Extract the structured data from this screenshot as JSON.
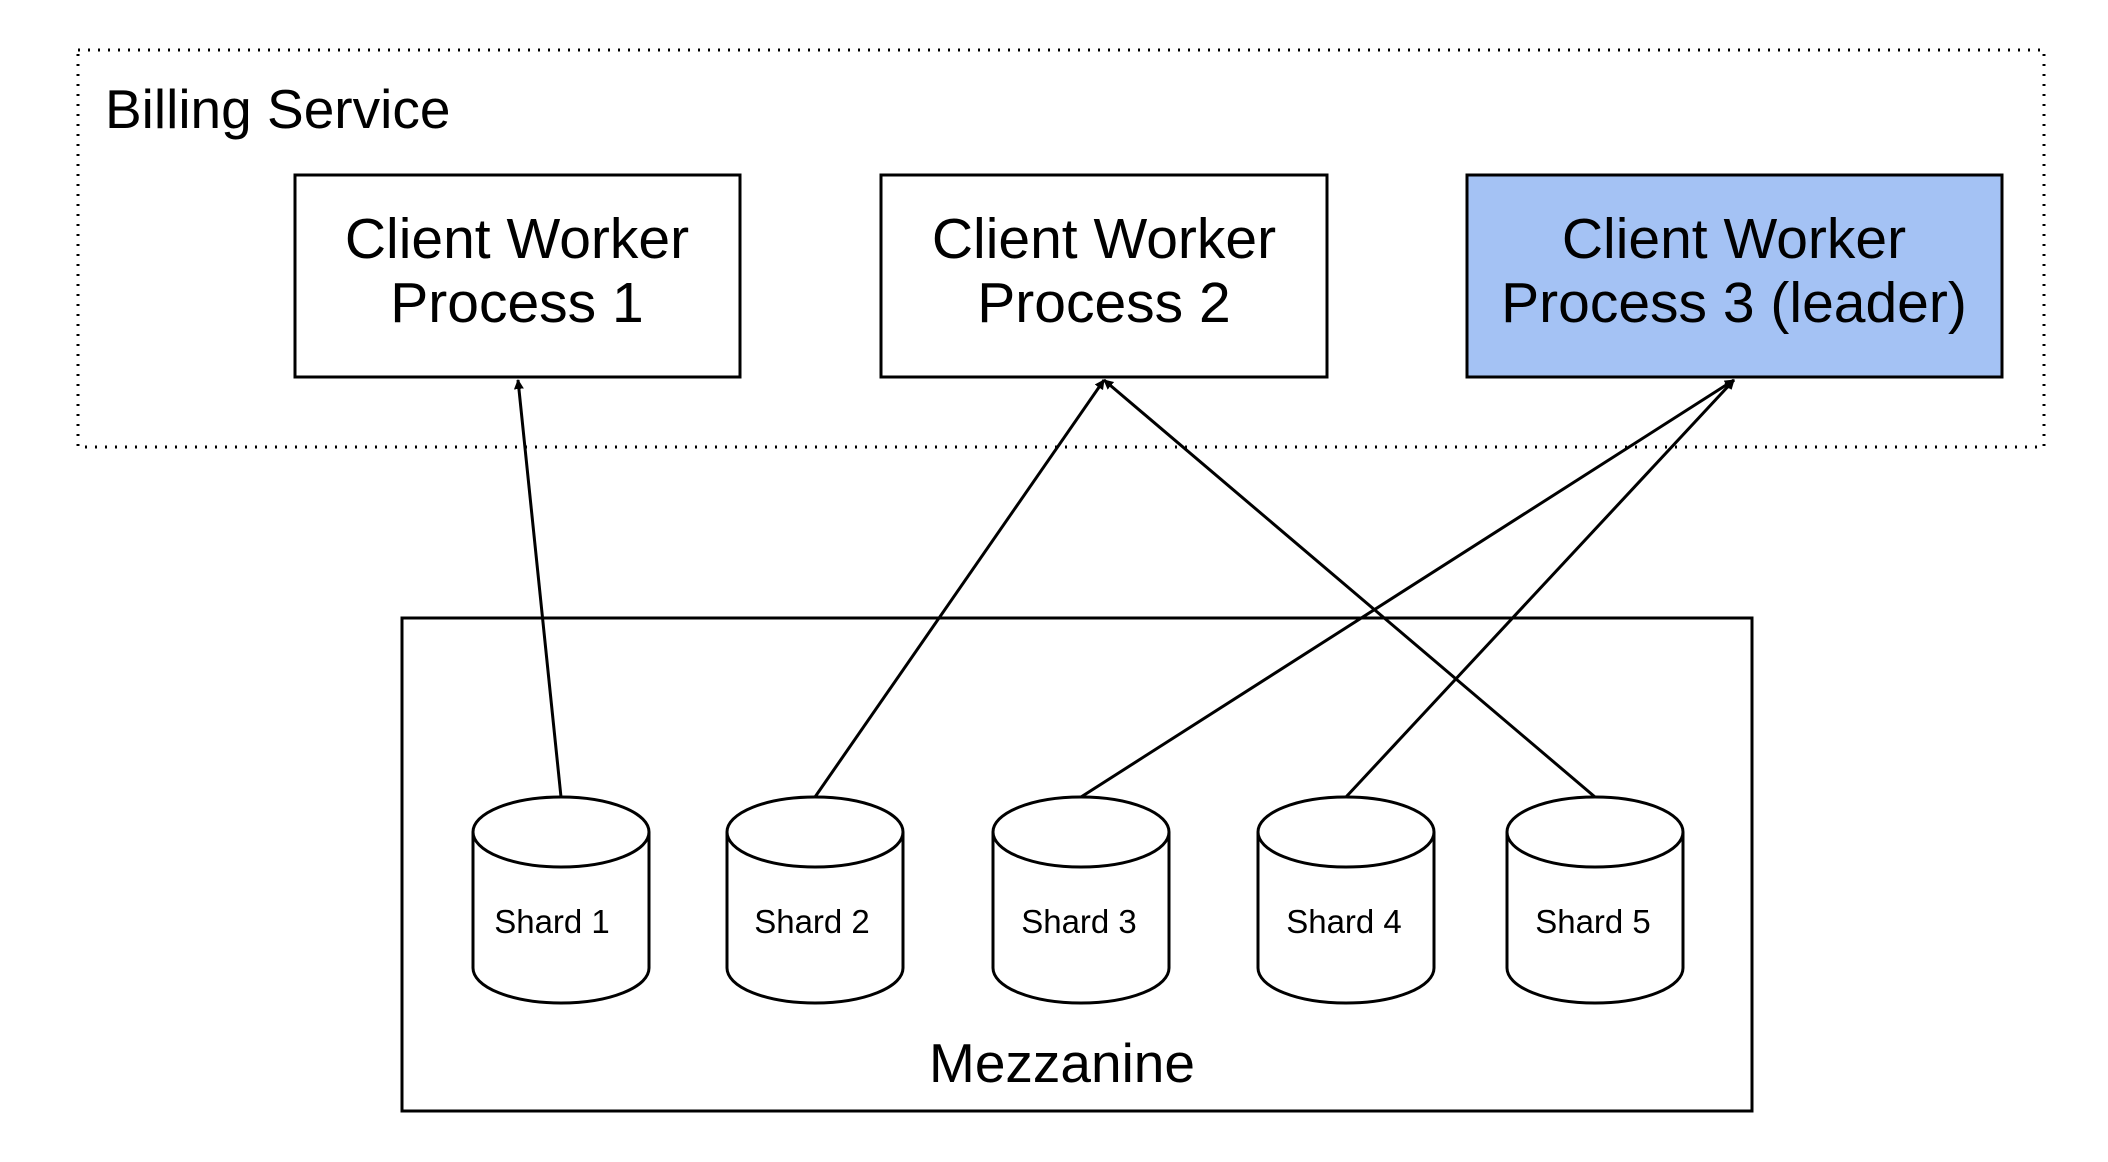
{
  "billing_service": {
    "label": "Billing Service"
  },
  "workers": [
    {
      "line1": "Client Worker",
      "line2": "Process 1",
      "leader": false
    },
    {
      "line1": "Client Worker",
      "line2": "Process 2",
      "leader": false
    },
    {
      "line1": "Client Worker",
      "line2": "Process 3 (leader)",
      "leader": true
    }
  ],
  "mezzanine": {
    "label": "Mezzanine",
    "shards": [
      {
        "label": "Shard 1"
      },
      {
        "label": "Shard 2"
      },
      {
        "label": "Shard 3"
      },
      {
        "label": "Shard 4"
      },
      {
        "label": "Shard 5"
      }
    ]
  },
  "connections": [
    {
      "from": "Shard 1",
      "to": "Process 1"
    },
    {
      "from": "Shard 2",
      "to": "Process 2"
    },
    {
      "from": "Shard 5",
      "to": "Process 2"
    },
    {
      "from": "Shard 3",
      "to": "Process 3 (leader)"
    },
    {
      "from": "Shard 4",
      "to": "Process 3 (leader)"
    }
  ],
  "colors": {
    "leader_fill": "#a4c2f4",
    "stroke": "#000000"
  }
}
